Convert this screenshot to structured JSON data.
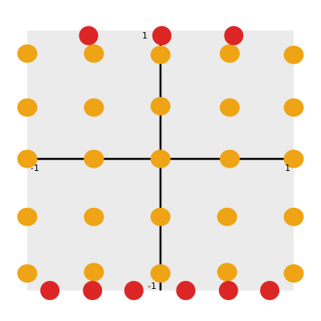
{
  "colors": {
    "background": "#ffffff",
    "plot_area": "#ebebeb",
    "axis": "#000000",
    "grid_dot": "#eea414",
    "edge_dot": "#dc2626"
  },
  "axis_labels": {
    "top": "1",
    "bottom": "-1",
    "left": "-1",
    "right": "1"
  },
  "chart_data": {
    "type": "scatter",
    "xlim": [
      -1,
      1
    ],
    "ylim": [
      -1,
      1
    ],
    "grid": false,
    "series": [
      {
        "points": [
          {
            "x": -1.0,
            "y": 0.82
          },
          {
            "x": -0.5,
            "y": 0.82
          },
          {
            "x": 0.0,
            "y": 0.81
          },
          {
            "x": 0.52,
            "y": 0.82
          },
          {
            "x": 1.0,
            "y": 0.81
          },
          {
            "x": -1.0,
            "y": 0.4
          },
          {
            "x": -0.5,
            "y": 0.4
          },
          {
            "x": 0.0,
            "y": 0.41
          },
          {
            "x": 0.52,
            "y": 0.4
          },
          {
            "x": 1.0,
            "y": 0.4
          },
          {
            "x": -1.0,
            "y": 0.0
          },
          {
            "x": -0.5,
            "y": 0.0
          },
          {
            "x": 0.0,
            "y": 0.0
          },
          {
            "x": 0.52,
            "y": 0.0
          },
          {
            "x": 1.0,
            "y": 0.0
          },
          {
            "x": -1.0,
            "y": -0.44
          },
          {
            "x": -0.5,
            "y": -0.44
          },
          {
            "x": 0.0,
            "y": -0.44
          },
          {
            "x": 0.5,
            "y": -0.44
          },
          {
            "x": 1.0,
            "y": -0.44
          },
          {
            "x": -1.0,
            "y": -0.87
          },
          {
            "x": -0.5,
            "y": -0.86
          },
          {
            "x": 0.0,
            "y": -0.87
          },
          {
            "x": 0.5,
            "y": -0.86
          },
          {
            "x": 1.0,
            "y": -0.87
          }
        ]
      },
      {
        "points": [
          {
            "x": -0.54,
            "y": 0.96
          },
          {
            "x": 0.01,
            "y": 0.96
          },
          {
            "x": 0.55,
            "y": 0.96
          },
          {
            "x": -0.83,
            "y": -1.0
          },
          {
            "x": -0.51,
            "y": -1.0
          },
          {
            "x": -0.2,
            "y": -1.0
          },
          {
            "x": 0.19,
            "y": -1.0
          },
          {
            "x": 0.51,
            "y": -1.0
          },
          {
            "x": 0.82,
            "y": -1.0
          }
        ]
      }
    ]
  }
}
